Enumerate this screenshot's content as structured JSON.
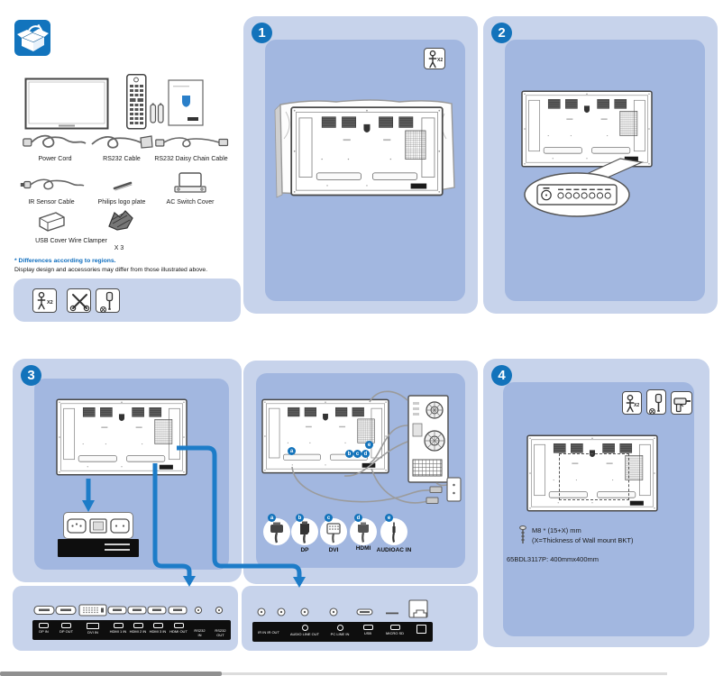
{
  "colors": {
    "accent_blue": "#1373bb",
    "line_blue": "#1d7cc8",
    "box_outer": "#c7d3eb",
    "box_inner": "#a2b7e0",
    "panel_black": "#0e0e0e",
    "note_blue": "#0c6cbe"
  },
  "steps": {
    "s1": "1",
    "s2": "2",
    "s3": "3",
    "s4": "4"
  },
  "helper": {
    "x2": "X2"
  },
  "accessories": {
    "labels_row1": [
      "Power Cord",
      "RS232 Cable",
      "RS232 Daisy Chain Cable"
    ],
    "labels_row2": [
      "IR Sensor Cable",
      "Philips logo plate",
      "AC Switch Cover"
    ],
    "label_row3": "USB Cover Wire Clamper",
    "quantity_x3": "X 3",
    "note_regions": "* Differences according to regions.",
    "note_differ": "Display design and accessories may differ from those illustrated above."
  },
  "step3": {
    "connector_badges": [
      "a",
      "b",
      "c",
      "d",
      "e"
    ],
    "connector_labels": [
      "",
      "DP",
      "DVI",
      "HDMI",
      "AUDIOAC IN"
    ]
  },
  "step4": {
    "screw_line1": "M8 * (15+X) mm",
    "screw_line2": "(X=Thickness of  Wall mount BKT)",
    "model_spec": "65BDL3117P: 400mmx400mm"
  },
  "video_panel": {
    "labels": [
      "DP IN",
      "DP OUT",
      "DVI IN",
      "HDMI 1 IN",
      "HDMI 2 IN",
      "HDMI 3 IN",
      "HDMI OUT",
      "RS232\nIN",
      "RS232\nOUT"
    ]
  },
  "io_panel": {
    "labels": [
      "IR IN IR OUT",
      "AUDIO LINE OUT",
      "PC LINE IN",
      "USB",
      "MICRO SD"
    ]
  }
}
